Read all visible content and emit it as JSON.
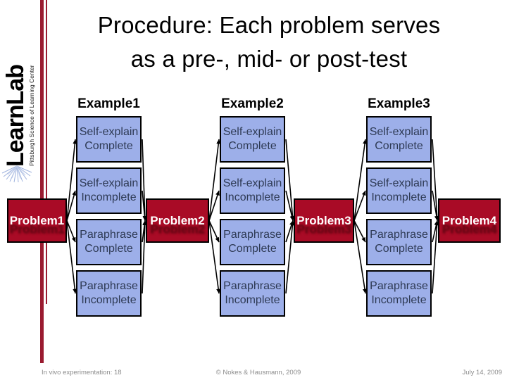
{
  "slide": {
    "title_line1": "Procedure: Each problem serves",
    "title_line2": "as a pre-, mid- or post-test"
  },
  "logo": {
    "brand": "LearnLab",
    "subtitle": "Pittsburgh Science of Learning Center",
    "starburst_icon": "starburst-rays"
  },
  "diagram": {
    "problems": [
      {
        "label": "Problem1"
      },
      {
        "label": "Problem2"
      },
      {
        "label": "Problem3"
      },
      {
        "label": "Problem4"
      }
    ],
    "columns": [
      {
        "header": "Example1",
        "conditions": [
          "Self-explain Complete",
          "Self-explain Incomplete",
          "Paraphrase Complete",
          "Paraphrase Incomplete"
        ]
      },
      {
        "header": "Example2",
        "conditions": [
          "Self-explain Complete",
          "Self-explain Incomplete",
          "Paraphrase Complete",
          "Paraphrase Incomplete"
        ]
      },
      {
        "header": "Example3",
        "conditions": [
          "Self-explain Complete",
          "Self-explain Incomplete",
          "Paraphrase Complete",
          "Paraphrase Incomplete"
        ]
      }
    ]
  },
  "footer": {
    "left": "In vivo experimentation: 18",
    "center": "© Nokes & Hausmann, 2009",
    "right": "July 14, 2009"
  },
  "colors": {
    "problem_fill": "#A90B26",
    "problem_shadow": "#6E0716",
    "condition_fill": "#9DAFE9",
    "condition_text": "#2E3A54",
    "sidebar_bar": "#9A1B30",
    "footer_text": "#8C8C8C",
    "arrow": "#000000"
  }
}
